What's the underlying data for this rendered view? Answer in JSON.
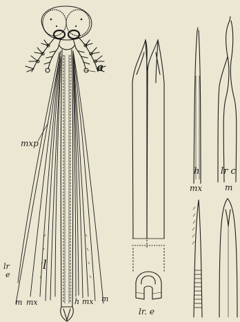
{
  "figure": {
    "background": "#ece7d3",
    "ink": "#1a1a18",
    "labels": {
      "a": "a",
      "mxp": "mxp",
      "lr_side_top": "lr",
      "lr_side_bottom": "e",
      "l": "l",
      "m_left": "m",
      "mx_left": "mx",
      "h_bottom": "h",
      "mx_right": "mx",
      "m_right": "m",
      "lr_e": "lr. e",
      "h_detail": "h",
      "lr_c": "lr c",
      "mx_detail": "mx",
      "m_detail": "m"
    }
  }
}
